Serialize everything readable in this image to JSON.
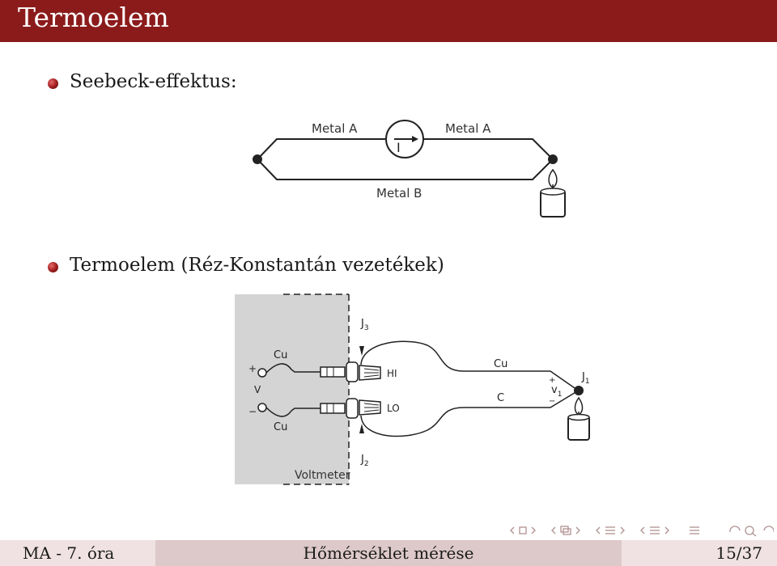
{
  "slide": {
    "title": "Termoelem",
    "items": [
      {
        "text": "Seebeck-effektus:"
      },
      {
        "text": "Termoelem (Réz-Konstantán vezetékek)"
      }
    ]
  },
  "figure1": {
    "metal_a_left": "Metal A",
    "metal_a_right": "Metal A",
    "metal_b": "Metal B",
    "meter_symbol": "I"
  },
  "figure2": {
    "j3": "J",
    "j3_sub": "3",
    "j2": "J",
    "j2_sub": "2",
    "j1": "J",
    "j1_sub": "1",
    "cu_top": "Cu",
    "cu_bottom": "Cu",
    "cu_wire": "Cu",
    "c_wire": "C",
    "plus": "+",
    "minus": "−",
    "v": "V",
    "hi": "HI",
    "lo": "LO",
    "v1": "v",
    "v1_sub": "1",
    "voltmeter": "Voltmeter"
  },
  "footer": {
    "left": "MA - 7. óra",
    "center": "Hőmérséklet mérése",
    "right": "15/37"
  },
  "colors": {
    "brand": "#8b1b1b",
    "footer_light": "#f0e2e2",
    "footer_mid": "#ddc9c9"
  },
  "icons": [
    "bullet-ball-icon",
    "candle-icon",
    "navigation-icons"
  ]
}
